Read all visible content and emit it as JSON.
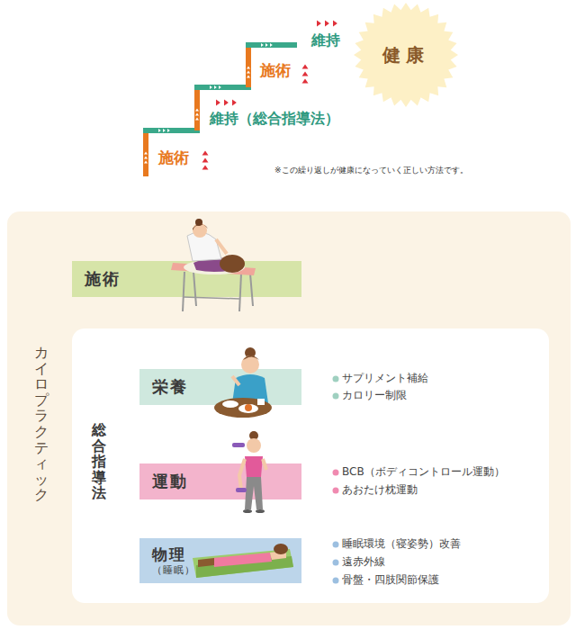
{
  "diagram": {
    "nodes": [
      {
        "text": [
          "健康"
        ]
      },
      {
        "text": [
          "カイロプラクティック"
        ]
      },
      {
        "text": [
          "施術"
        ],
        "in": 1
      },
      {
        "text": [
          "総合指導法"
        ],
        "in": 1
      },
      {
        "text": [
          "栄養"
        ],
        "in": 3
      },
      {
        "text": [
          "運動"
        ],
        "in": 3
      },
      {
        "text": [
          "物理",
          "（睡眠）"
        ],
        "in": 3
      }
    ],
    "edges": [],
    "labels": [
      "施術",
      "維持（総合指導法）",
      "施術",
      "維持",
      "※この繰り返しが健康になっていく正しい方法です。",
      "サプリメント補給",
      "カロリー制限",
      "BCB（ボディコントロール運動）",
      "あおたけ枕運動",
      "睡眠環境（寝姿勢）改善",
      "遠赤外線",
      "骨盤・四肢関節保護"
    ]
  }
}
